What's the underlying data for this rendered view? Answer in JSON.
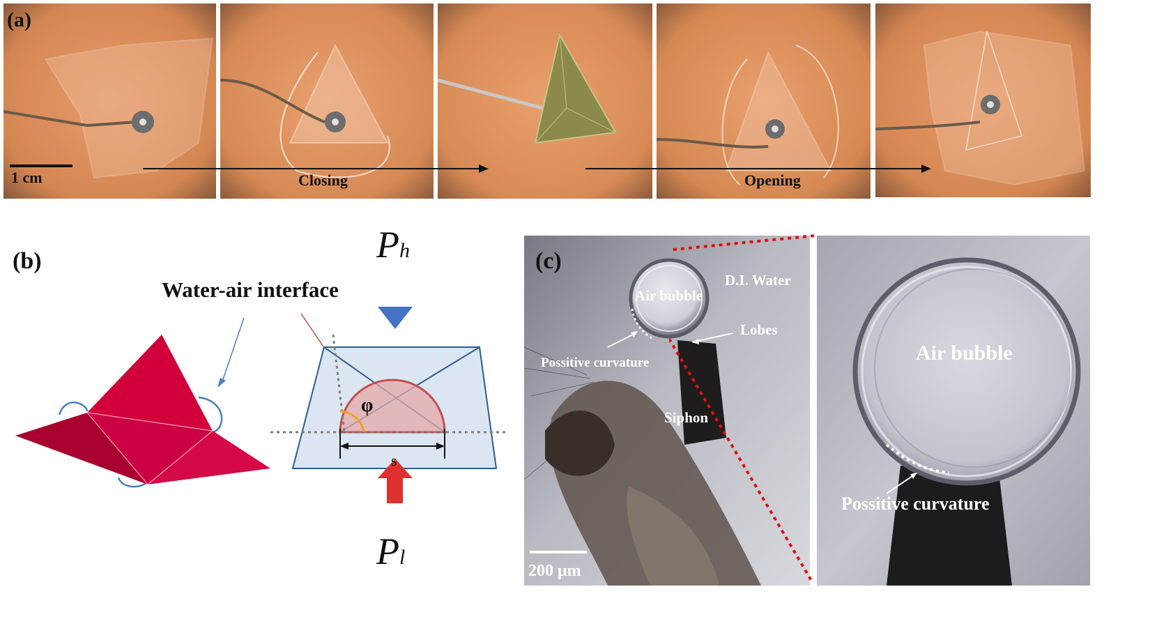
{
  "panel_a": {
    "label": "(a)",
    "scale_bar": "1 cm",
    "closing": "Closing",
    "opening": "Opening"
  },
  "panel_b": {
    "label": "(b)",
    "interface": "Water-air interface",
    "p_high": "P",
    "p_high_sub": "h",
    "p_low": "P",
    "p_low_sub": "l",
    "phi": "φ",
    "s": "s"
  },
  "panel_c": {
    "label": "(c)",
    "air_bubble_small": "Air bubble",
    "di_water": "D.I. Water",
    "lobes": "Lobes",
    "positive_curvature_small": "Possitive curvature",
    "siphon": "Siphon",
    "scale_bar": "200 μm",
    "air_bubble_large": "Air bubble",
    "positive_curvature_large": "Possitive curvature"
  },
  "colors": {
    "petri_orange": "#d98a58",
    "origami_red": "#cc0044",
    "arrow_blue": "#4472c4",
    "arrow_red": "#e02020",
    "dotted_red": "#e01010"
  }
}
